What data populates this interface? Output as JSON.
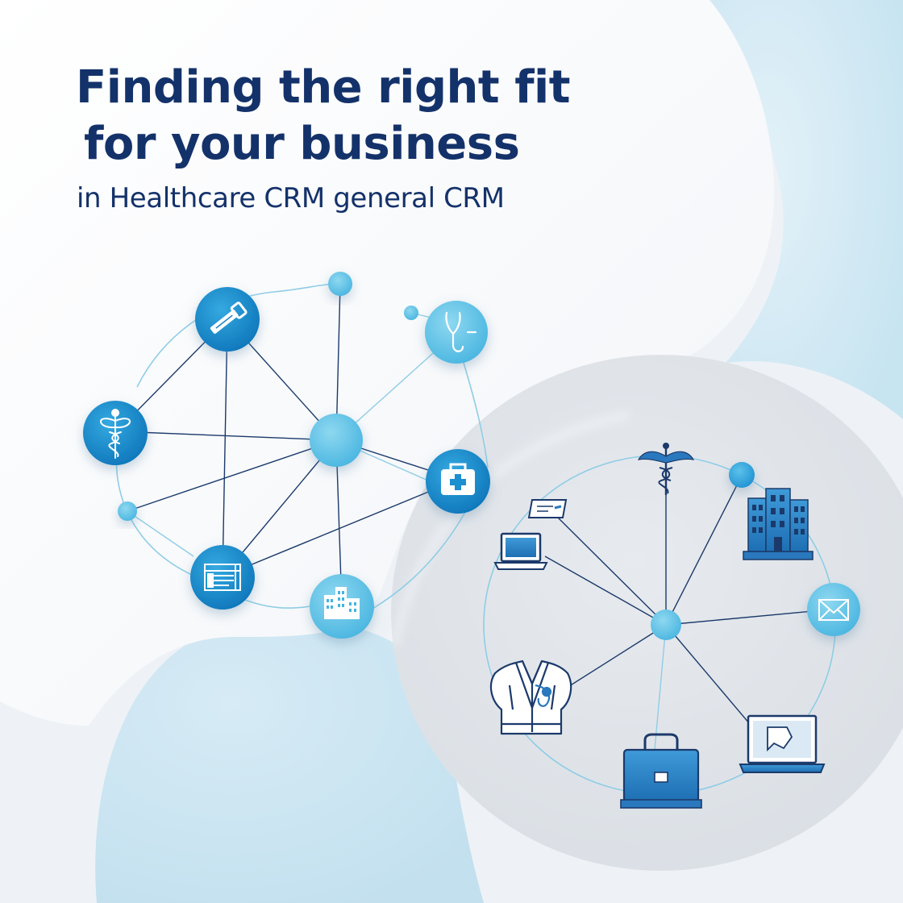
{
  "headline": {
    "line1": "Finding the right fit",
    "line2": "for your business"
  },
  "subheadline": "in Healthcare CRM general CRM",
  "colors": {
    "navy_text": "#14326a",
    "node_blue_dark": "#0e7fc4",
    "node_blue_light": "#5ec3e6",
    "line_navy": "#1b3a6b",
    "line_light": "#8fcde6",
    "outline_icon": "#1f5c9e"
  },
  "healthcare_network": {
    "icons": [
      "thermometer-icon",
      "stethoscope-icon",
      "caduceus-icon",
      "first-aid-kit-icon",
      "medical-chart-icon",
      "hospital-building-icon"
    ]
  },
  "general_network": {
    "icons": [
      "caduceus-icon",
      "hospital-building-icon",
      "envelope-icon",
      "laptop-icon",
      "briefcase-icon",
      "doctor-coat-icon",
      "card-icon",
      "monitor-icon"
    ]
  }
}
